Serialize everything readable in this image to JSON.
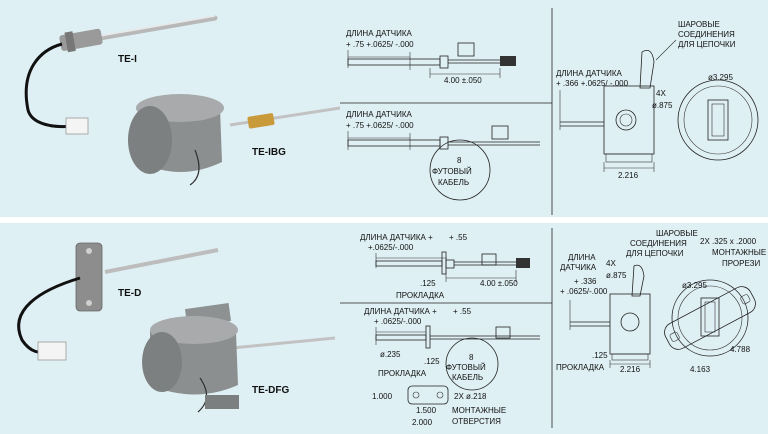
{
  "colors": {
    "panel": "#dff0f4",
    "ink": "#111111",
    "housing": "#8c8f90",
    "brass": "#c99a3a"
  },
  "products": {
    "te_i": "TE-I",
    "te_ibg": "TE-IBG",
    "te_d": "TE-D",
    "te_dfg": "TE-DFG"
  },
  "labels": {
    "sensor_length": "ДЛИНА ДАТЧИКА",
    "sensor_length_plus": "ДЛИНА ДАТЧИКА +",
    "tol_a": "+ .75 +.0625/ -.000",
    "tol_a2": "+ .75 +.0625/ -.000",
    "dim_400": "4.00 ±.050",
    "cable_8": "8",
    "cable_ft": "ФУТОВЫЙ",
    "cable_word": "КАБЕЛЬ",
    "ball_1": "ШАРОВЫЕ",
    "ball_2": "СОЕДИНЕНИЯ",
    "ball_3": "ДЛЯ ЦЕПОЧКИ",
    "top_len_tol": "+ .366 +.0625/ -.000",
    "dim_4x": "4X",
    "dim_0875": "ø.875",
    "dim_3295": "ø3.295",
    "dim_2216": "2.216",
    "b1_plus": "+ .55",
    "b1_tol": "+.0625/-.000",
    "dim_125": ".125",
    "gasket": "ПРОКЛАДКА",
    "b2_tol": "+ .0625/-.000",
    "dim_0235": "ø.235",
    "dim_1000": "1.000",
    "dim_2x218": "2X ø.218",
    "dim_1500": "1.500",
    "dim_2000": "2.000",
    "mount_1": "МОНТАЖНЫЕ",
    "mount_2": "ОТВЕРСТИЯ",
    "d_len_1": "ДЛИНА",
    "d_len_2": "ДАТЧИКА",
    "d_tol_1": "+ .336",
    "d_tol_2": "+ .0625/-.000",
    "slots_1": "2X .325 x .2000",
    "slots_2": "МОНТАЖНЫЕ",
    "slots_3": "ПРОРЕЗИ",
    "dim_4163": "4.163",
    "dim_4788": "4.788"
  }
}
